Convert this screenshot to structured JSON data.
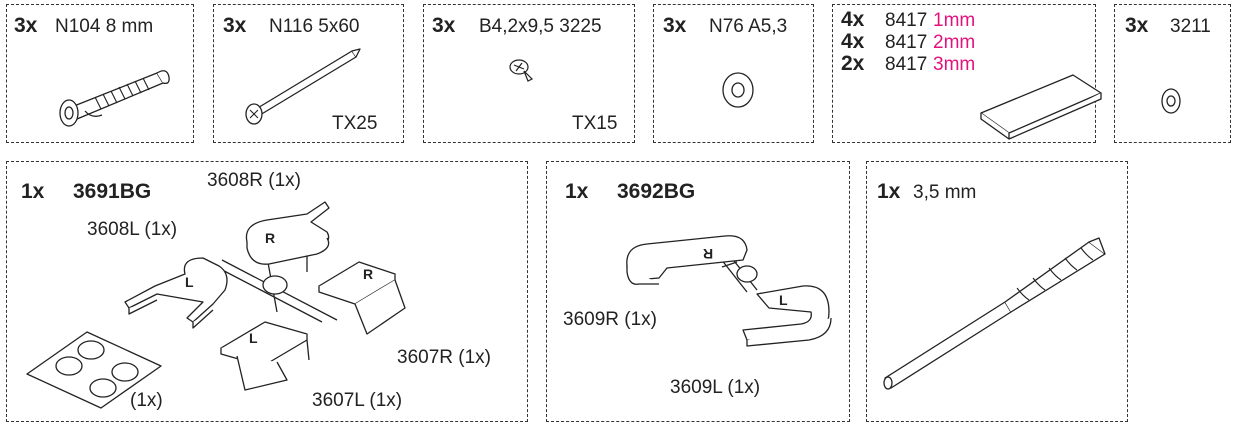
{
  "top_boxes": [
    {
      "qty": "3x",
      "name": "N104 8 mm"
    },
    {
      "qty": "3x",
      "name": "N116 5x60",
      "drive": "TX25"
    },
    {
      "qty": "3x",
      "name": "B4,2x9,5 3225",
      "drive": "TX15"
    },
    {
      "qty": "3x",
      "name": "N76 A5,3"
    },
    {
      "lines": [
        {
          "qty": "4x",
          "code": "8417",
          "size": "1mm"
        },
        {
          "qty": "4x",
          "code": "8417",
          "size": "2mm"
        },
        {
          "qty": "2x",
          "code": "8417",
          "size": "3mm"
        }
      ]
    },
    {
      "qty": "3x",
      "name": "3211"
    }
  ],
  "kit_3691": {
    "qty": "1x",
    "name": "3691BG",
    "labels": {
      "l3608R": "3608R (1x)",
      "l3608L": "3608L (1x)",
      "l3607R": "3607R (1x)",
      "l3607L": "3607L (1x)",
      "pads": "(1x)"
    },
    "letters": {
      "R": "R",
      "L": "L"
    }
  },
  "kit_3692": {
    "qty": "1x",
    "name": "3692BG",
    "labels": {
      "l3609R": "3609R (1x)",
      "l3609L": "3609L (1x)"
    },
    "letters": {
      "R": "R",
      "L": "L"
    }
  },
  "drill": {
    "qty": "1x",
    "name": "3,5 mm"
  },
  "colors": {
    "accent": "#e0137e",
    "line": "#333333"
  }
}
